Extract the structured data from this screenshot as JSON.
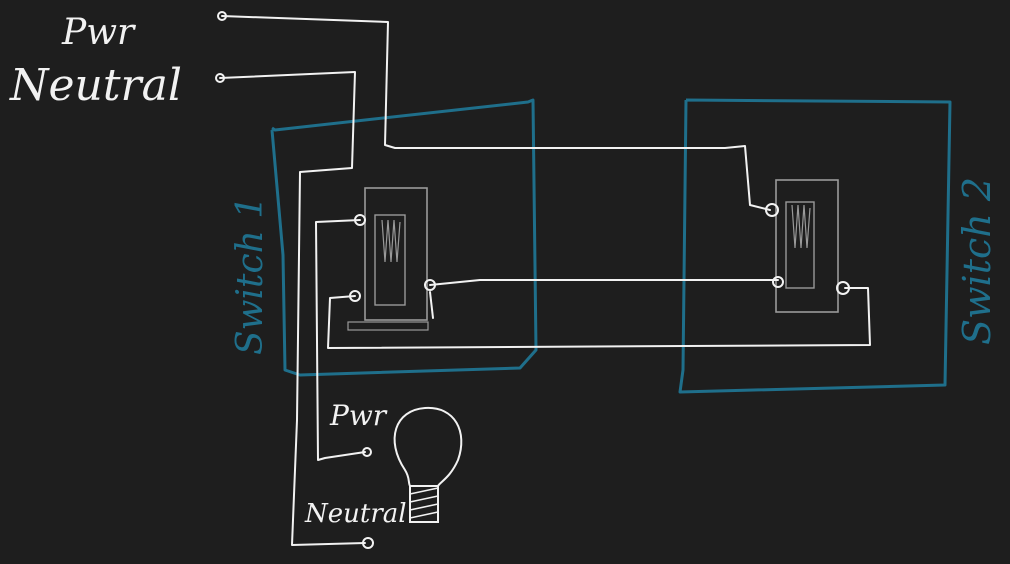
{
  "colors": {
    "background": "#1e1e1e",
    "wire": "#f2f2f2",
    "box": "#1f6f8b",
    "switch_body": "#9a9a9a"
  },
  "labels": {
    "supply_power": "Pwr",
    "supply_neutral": "Neutral",
    "switch1": "Switch 1",
    "switch2": "Switch 2",
    "lamp_power": "Pwr",
    "lamp_neutral": "Neutral"
  }
}
